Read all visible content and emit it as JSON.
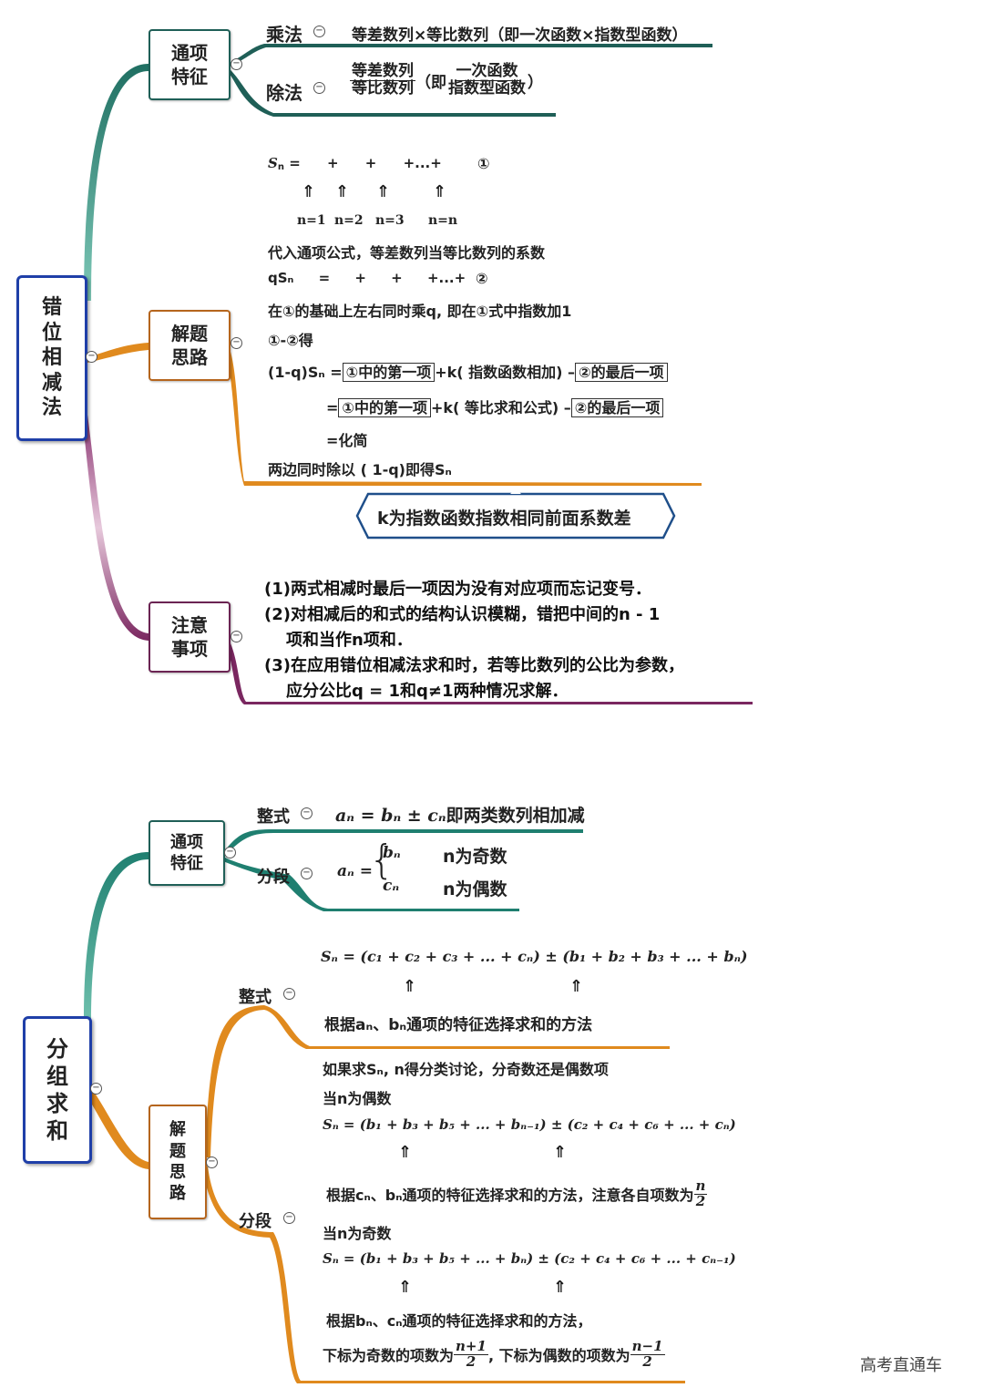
{
  "diagram1": {
    "root": "错位相减法",
    "tongxiang": {
      "label": "通项特征",
      "line1": "通项",
      "line2": "特征",
      "cheng_label": "乘法",
      "cheng_text": "等差数列×等比数列（即一次函数×指数型函数）",
      "chu_label": "除法",
      "chu_num": "等差数列",
      "chu_den": "等比数列",
      "chu_mid": "（即",
      "chu_num2": "一次函数",
      "chu_den2": "指数型函数",
      "chu_end": "）"
    },
    "jieti": {
      "line1": "解题",
      "line2": "思路",
      "sn_line": "= + + +...+",
      "circle1": "①",
      "n_labels": [
        "n=1",
        "n=2",
        "n=3",
        "n=n"
      ],
      "daoru": "代入通项公式，等差数列当等比数列的系数",
      "qsn_line": "qSₙ = + + +...+",
      "circle2": "②",
      "zai": "在①的基础上左右同时乘q, 即在①式中指数加1",
      "de": "①-②得",
      "eq1_lhs": "(1-q)Sₙ =",
      "eq1_b1": "①中的第一项",
      "eq1_mid": "+k( 指数函数相加) –",
      "eq1_b2": "②的最后一项",
      "eq2_b1": "①中的第一项",
      "eq2_mid": "+k( 等比求和公式) –",
      "eq2_b2": "②的最后一项",
      "huajian": "=化简",
      "chu": "两边同时除以 ( 1-q)即得Sₙ",
      "k_note": "k为指数函数指数相同前面系数差"
    },
    "zhuyi": {
      "line1": "注意",
      "line2": "事项",
      "n1": "(1)两式相减时最后一项因为没有对应项而忘记变号．",
      "n2a": "(2)对相减后的和式的结构认识模糊，错把中间的n - 1",
      "n2b": "项和当作n项和．",
      "n3a": "(3)在应用错位相减法求和时，若等比数列的公比为参数，",
      "n3b": "应分公比q = 1和q≠1两种情况求解．"
    }
  },
  "diagram2": {
    "root": "分组求和",
    "tongxiang": {
      "line1": "通项",
      "line2": "特征",
      "zhengshi_label": "整式",
      "zhengshi_formula": "aₙ = bₙ ± cₙ",
      "zhengshi_text": "即两类数列相加减",
      "fenduan_label": "分段",
      "fenduan_lhs": "aₙ =",
      "case1_expr": "bₙ",
      "case1_cond": "n为奇数",
      "case2_expr": "cₙ",
      "case2_cond": "n为偶数"
    },
    "jieti": {
      "line1": "解",
      "line2": "题",
      "line3": "思",
      "line4": "路",
      "zhengshi_label": "整式",
      "zs_formula": "Sₙ = (c₁ + c₂ + c₃ + ... + cₙ) ± (b₁ + b₂ + b₃ + ... + bₙ)",
      "zs_text": "根据aₙ、bₙ通项的特征选择求和的方法",
      "fenduan_label": "分段",
      "fd_intro": "如果求Sₙ, n得分类讨论，分奇数还是偶数项",
      "even_title": "当n为偶数",
      "even_formula": "Sₙ = (b₁ + b₃ + b₅ + ... + bₙ₋₁) ± (c₂ + c₄ + c₆ + ... + cₙ)",
      "even_text": "根据cₙ、bₙ通项的特征选择求和的方法，注意各自项数为",
      "even_frac_num": "n",
      "even_frac_den": "2",
      "odd_title": "当n为奇数",
      "odd_formula": "Sₙ = (b₁ + b₃ + b₅ + ... + bₙ) ± (c₂ + c₄ + c₆ + ... + cₙ₋₁)",
      "odd_text": "根据bₙ、cₙ通项的特征选择求和的方法，",
      "last_a": "下标为奇数的项数为",
      "last_frac1_num": "n+1",
      "last_frac1_den": "2",
      "last_b": ", 下标为偶数的项数为",
      "last_frac2_num": "n−1",
      "last_frac2_den": "2"
    }
  },
  "watermark": "高考直通车",
  "colors": {
    "teal": "#1f7f70",
    "orange": "#e08a1e",
    "purple": "#7a2760",
    "root_border": "#1f3fa8"
  }
}
